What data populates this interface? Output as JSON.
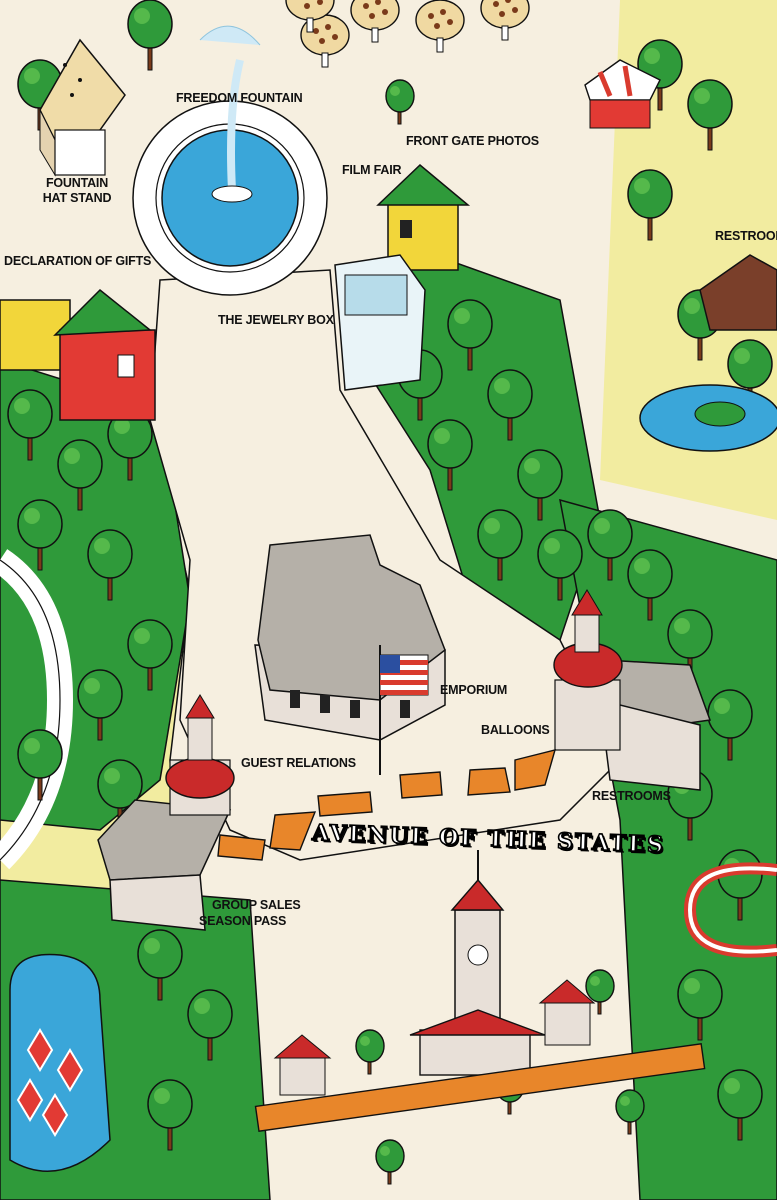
{
  "colors": {
    "paper": "#f6efe0",
    "grass": "#f2eca0",
    "tree_light": "#2f9a3a",
    "tree_dark": "#1f7a2a",
    "water": "#3aa6d9",
    "roof_red": "#d93b2e",
    "building_gray": "#b5b0a8",
    "walkway_orange": "#e8862a"
  },
  "labels": {
    "freedom_fountain": "FREEDOM FOUNTAIN",
    "fountain_hat_stand": "FOUNTAIN HAT STAND",
    "front_gate_photos": "FRONT GATE PHOTOS",
    "film_fair": "FILM FAIR",
    "restrooms_top": "RESTROOM",
    "declaration_of_gifts": "DECLARATION OF GIFTS",
    "jewelry_box": "THE JEWELRY BOX",
    "emporium": "EMPORIUM",
    "balloons": "BALLOONS",
    "guest_relations": "GUEST RELATIONS",
    "restrooms_bottom": "RESTROOMS",
    "group_sales": "GROUP SALES",
    "season_pass": "SEASON PASS",
    "avenue_of_the_states": "AVENUE OF THE STATES"
  },
  "icons": [
    "tree-icon",
    "fountain-icon",
    "flag-icon",
    "clock-tower-icon",
    "coaster-icon"
  ]
}
